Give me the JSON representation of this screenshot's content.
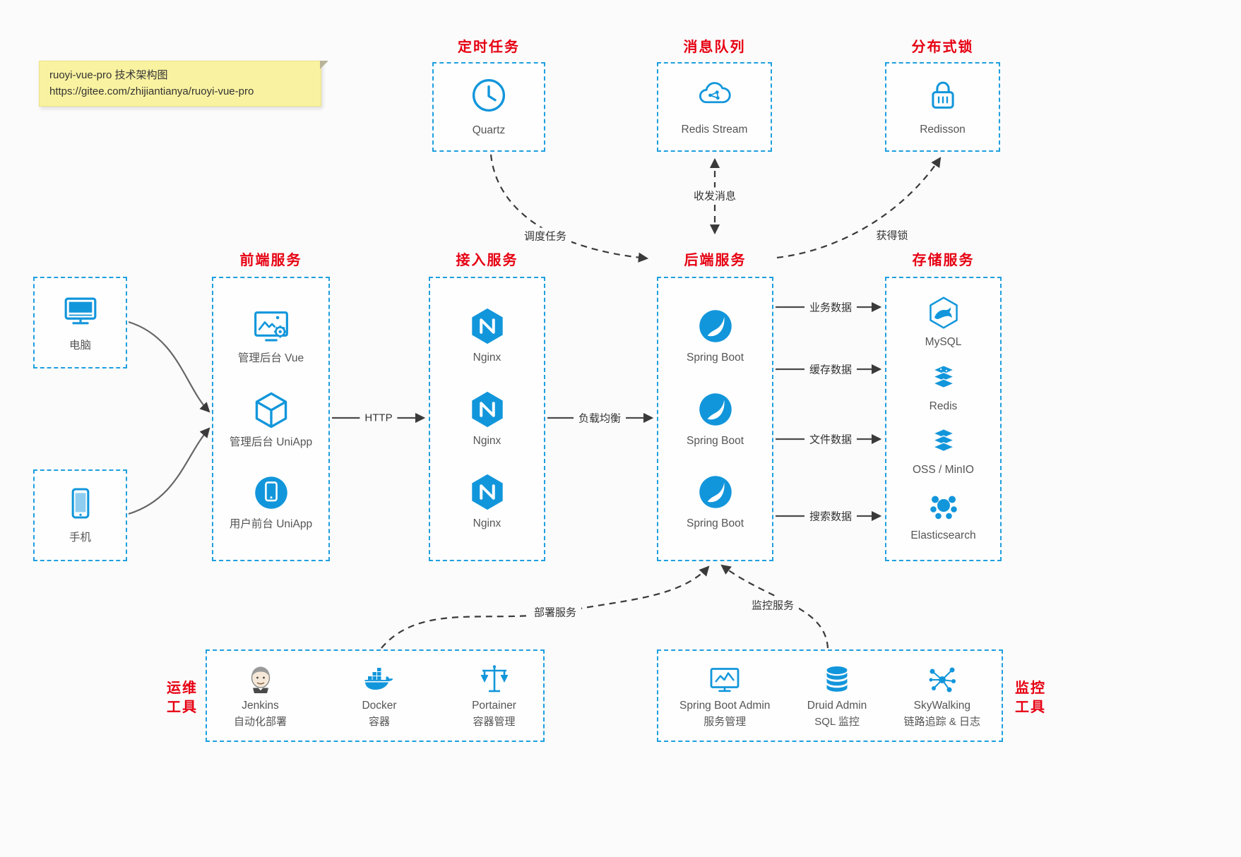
{
  "note": {
    "line1": "ruoyi-vue-pro 技术架构图",
    "line2": "https://gitee.com/zhijiantianya/ruoyi-vue-pro"
  },
  "top_groups": [
    {
      "title": "定时任务",
      "items": [
        {
          "label": "Quartz",
          "icon": "clock-icon"
        }
      ]
    },
    {
      "title": "消息队列",
      "items": [
        {
          "label": "Redis Stream",
          "icon": "cloud-network-icon"
        }
      ]
    },
    {
      "title": "分布式锁",
      "items": [
        {
          "label": "Redisson",
          "icon": "lock-icon"
        }
      ]
    }
  ],
  "clients": [
    {
      "label": "电脑",
      "icon": "desktop-icon"
    },
    {
      "label": "手机",
      "icon": "phone-icon"
    }
  ],
  "columns": [
    {
      "title": "前端服务",
      "items": [
        {
          "label": "管理后台 Vue",
          "icon": "admin-vue-icon"
        },
        {
          "label": "管理后台 UniApp",
          "icon": "uniapp-box-icon"
        },
        {
          "label": "用户前台 UniApp",
          "icon": "user-app-icon"
        }
      ]
    },
    {
      "title": "接入服务",
      "items": [
        {
          "label": "Nginx",
          "icon": "nginx-icon"
        },
        {
          "label": "Nginx",
          "icon": "nginx-icon"
        },
        {
          "label": "Nginx",
          "icon": "nginx-icon"
        }
      ]
    },
    {
      "title": "后端服务",
      "items": [
        {
          "label": "Spring Boot",
          "icon": "spring-boot-icon"
        },
        {
          "label": "Spring Boot",
          "icon": "spring-boot-icon"
        },
        {
          "label": "Spring Boot",
          "icon": "spring-boot-icon"
        }
      ]
    },
    {
      "title": "存储服务",
      "items": [
        {
          "label": "MySQL",
          "icon": "mysql-icon"
        },
        {
          "label": "Redis",
          "icon": "redis-icon"
        },
        {
          "label": "OSS / MinIO",
          "icon": "oss-minio-icon"
        },
        {
          "label": "Elasticsearch",
          "icon": "elasticsearch-icon"
        }
      ]
    }
  ],
  "bottom_groups": [
    {
      "title_line1": "运维",
      "title_line2": "工具",
      "items": [
        {
          "label": "Jenkins",
          "sublabel": "自动化部署",
          "icon": "jenkins-icon"
        },
        {
          "label": "Docker",
          "sublabel": "容器",
          "icon": "docker-icon"
        },
        {
          "label": "Portainer",
          "sublabel": "容器管理",
          "icon": "portainer-icon"
        }
      ]
    },
    {
      "title_line1": "监控",
      "title_line2": "工具",
      "items": [
        {
          "label": "Spring Boot Admin",
          "sublabel": "服务管理",
          "icon": "spring-boot-admin-icon"
        },
        {
          "label": "Druid Admin",
          "sublabel": "SQL 监控",
          "icon": "druid-icon"
        },
        {
          "label": "SkyWalking",
          "sublabel": "链路追踪 & 日志",
          "icon": "skywalking-icon"
        }
      ]
    }
  ],
  "edges": {
    "http": "HTTP",
    "load_balance": "负载均衡",
    "schedule": "调度任务",
    "message": "收发消息",
    "get_lock": "获得锁",
    "deploy": "部署服务",
    "monitor": "监控服务",
    "business_data": "业务数据",
    "cache_data": "缓存数据",
    "file_data": "文件数据",
    "search_data": "搜索数据"
  },
  "colors": {
    "accent_blue": "#1296db",
    "border_blue": "#1e9fdf",
    "title_red": "#e60012",
    "note_bg": "#f9f2a0",
    "arrow": "#3a3a3a",
    "label_text": "#555555"
  }
}
